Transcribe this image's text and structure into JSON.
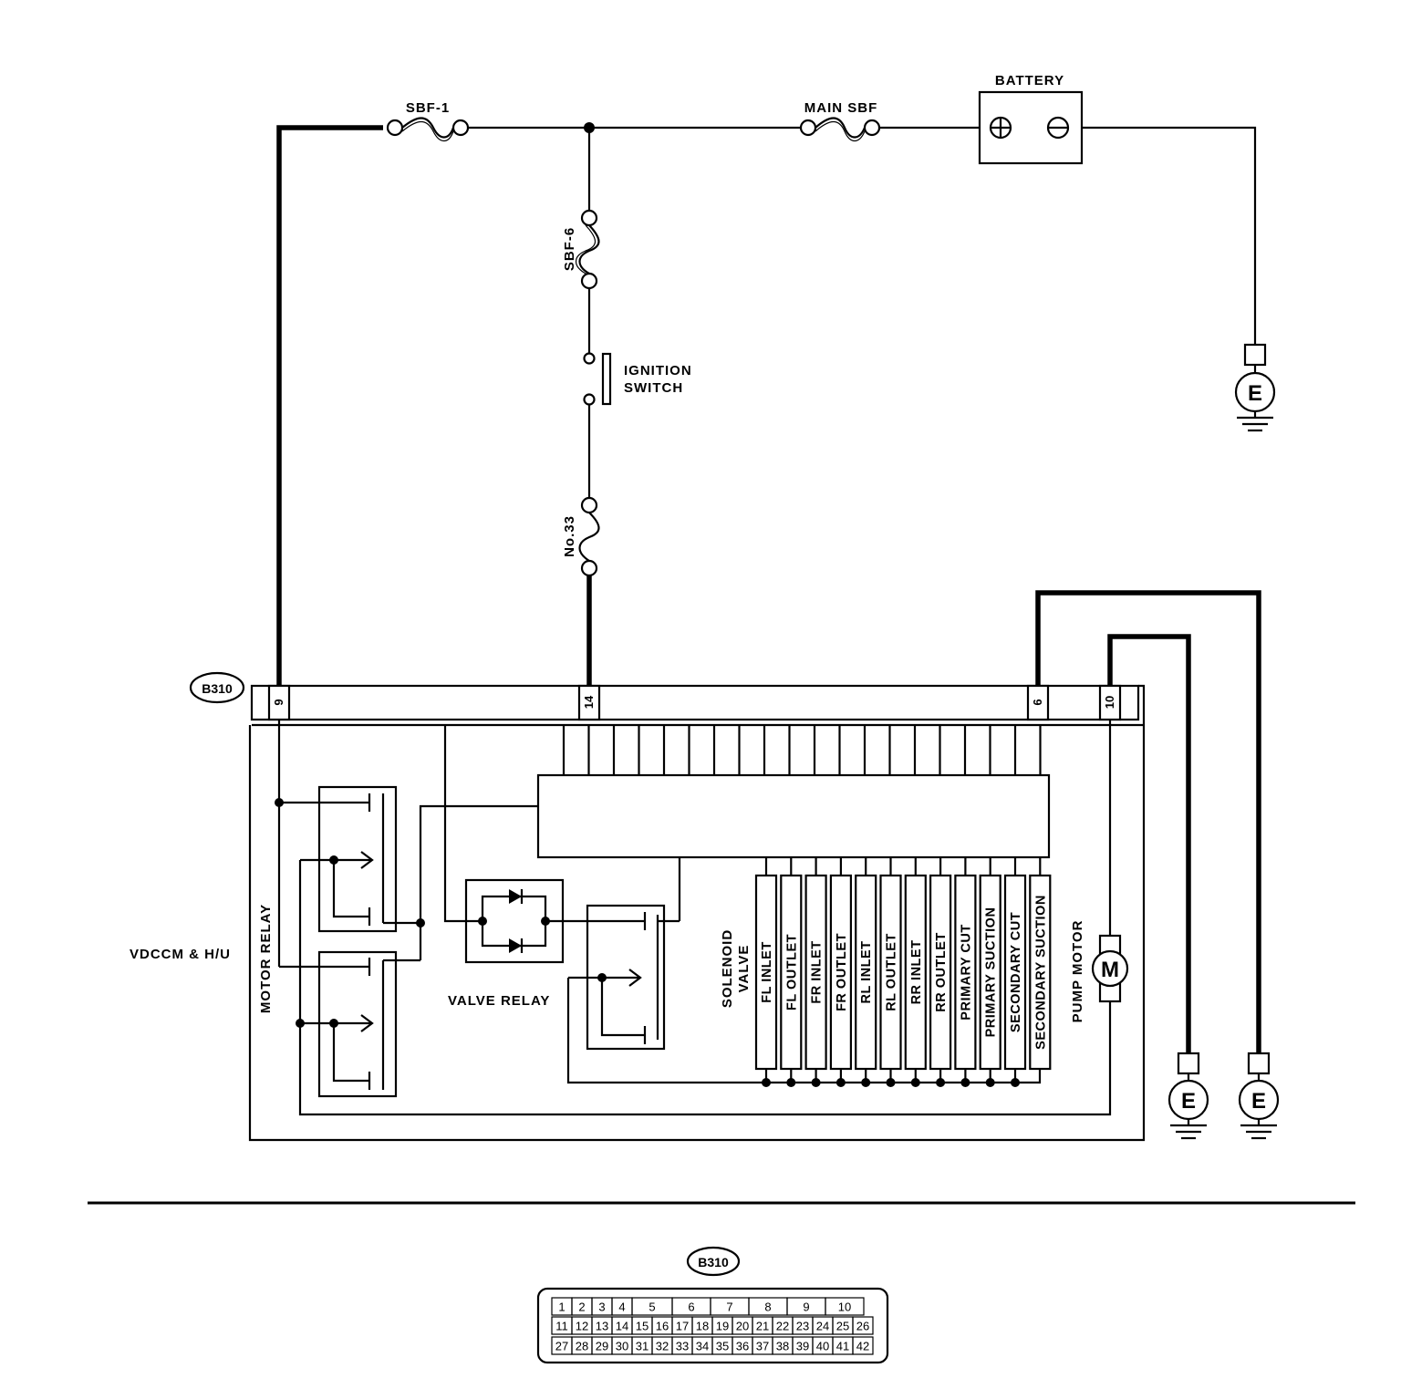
{
  "labels": {
    "battery": "BATTERY",
    "sbf1": "SBF-1",
    "main_sbf": "MAIN SBF",
    "sbf6": "SBF-6",
    "ignition_line1": "IGNITION",
    "ignition_line2": "SWITCH",
    "fuse33": "No.33",
    "module": "VDCCM & H/U",
    "motor_relay": "MOTOR RELAY",
    "valve_relay": "VALVE RELAY",
    "solenoid_line1": "SOLENOID",
    "solenoid_line2": "VALVE",
    "pump_motor": "PUMP  MOTOR",
    "motor_symbol": "M",
    "earth_symbol": "E",
    "battery_plus": "+",
    "battery_minus": "−"
  },
  "connector": {
    "id": "B310",
    "pins": [
      "9",
      "14",
      "6",
      "10"
    ]
  },
  "solenoid_valves": [
    "FL INLET",
    "FL OUTLET",
    "FR INLET",
    "FR OUTLET",
    "RL INLET",
    "RL OUTLET",
    "RR INLET",
    "RR OUTLET",
    "PRIMARY CUT",
    "PRIMARY SUCTION",
    "SECONDARY CUT",
    "SECONDARY SUCTION"
  ],
  "connector_face": {
    "label": "B310",
    "row1": [
      "1",
      "2",
      "3",
      "4",
      "5",
      "6",
      "7",
      "8",
      "9",
      "10"
    ],
    "row2": [
      "11",
      "12",
      "13",
      "14",
      "15",
      "16",
      "17",
      "18",
      "19",
      "20",
      "21",
      "22",
      "23",
      "24",
      "25",
      "26"
    ],
    "row3": [
      "27",
      "28",
      "29",
      "30",
      "31",
      "32",
      "33",
      "34",
      "35",
      "36",
      "37",
      "38",
      "39",
      "40",
      "41",
      "42"
    ]
  }
}
